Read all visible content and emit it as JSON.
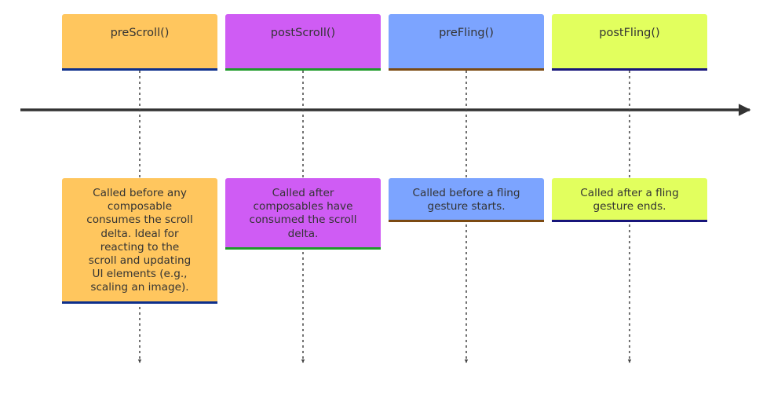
{
  "timeline": [
    {
      "label": "preScroll()",
      "note": [
        "Called before any",
        "composable",
        "consumes the scroll",
        "delta. Ideal for",
        "reacting to the",
        "scroll and updating",
        "UI elements (e.g.,",
        "scaling an image)."
      ],
      "fill": "#ffc65e",
      "accent": "#0d2f8c"
    },
    {
      "label": "postScroll()",
      "note": [
        "Called after",
        "composables have",
        "consumed the scroll",
        "delta."
      ],
      "fill": "#cf5cf4",
      "accent": "#1e9a2a"
    },
    {
      "label": "preFling()",
      "note": [
        "Called before a fling",
        "gesture starts."
      ],
      "fill": "#7ca4ff",
      "accent": "#7b4a12"
    },
    {
      "label": "postFling()",
      "note": [
        "Called after a fling",
        "gesture ends."
      ],
      "fill": "#e2ff5e",
      "accent": "#17157a"
    }
  ],
  "colors": {
    "axis": "#333333",
    "lifeline": "#444444",
    "text": "#333333"
  }
}
